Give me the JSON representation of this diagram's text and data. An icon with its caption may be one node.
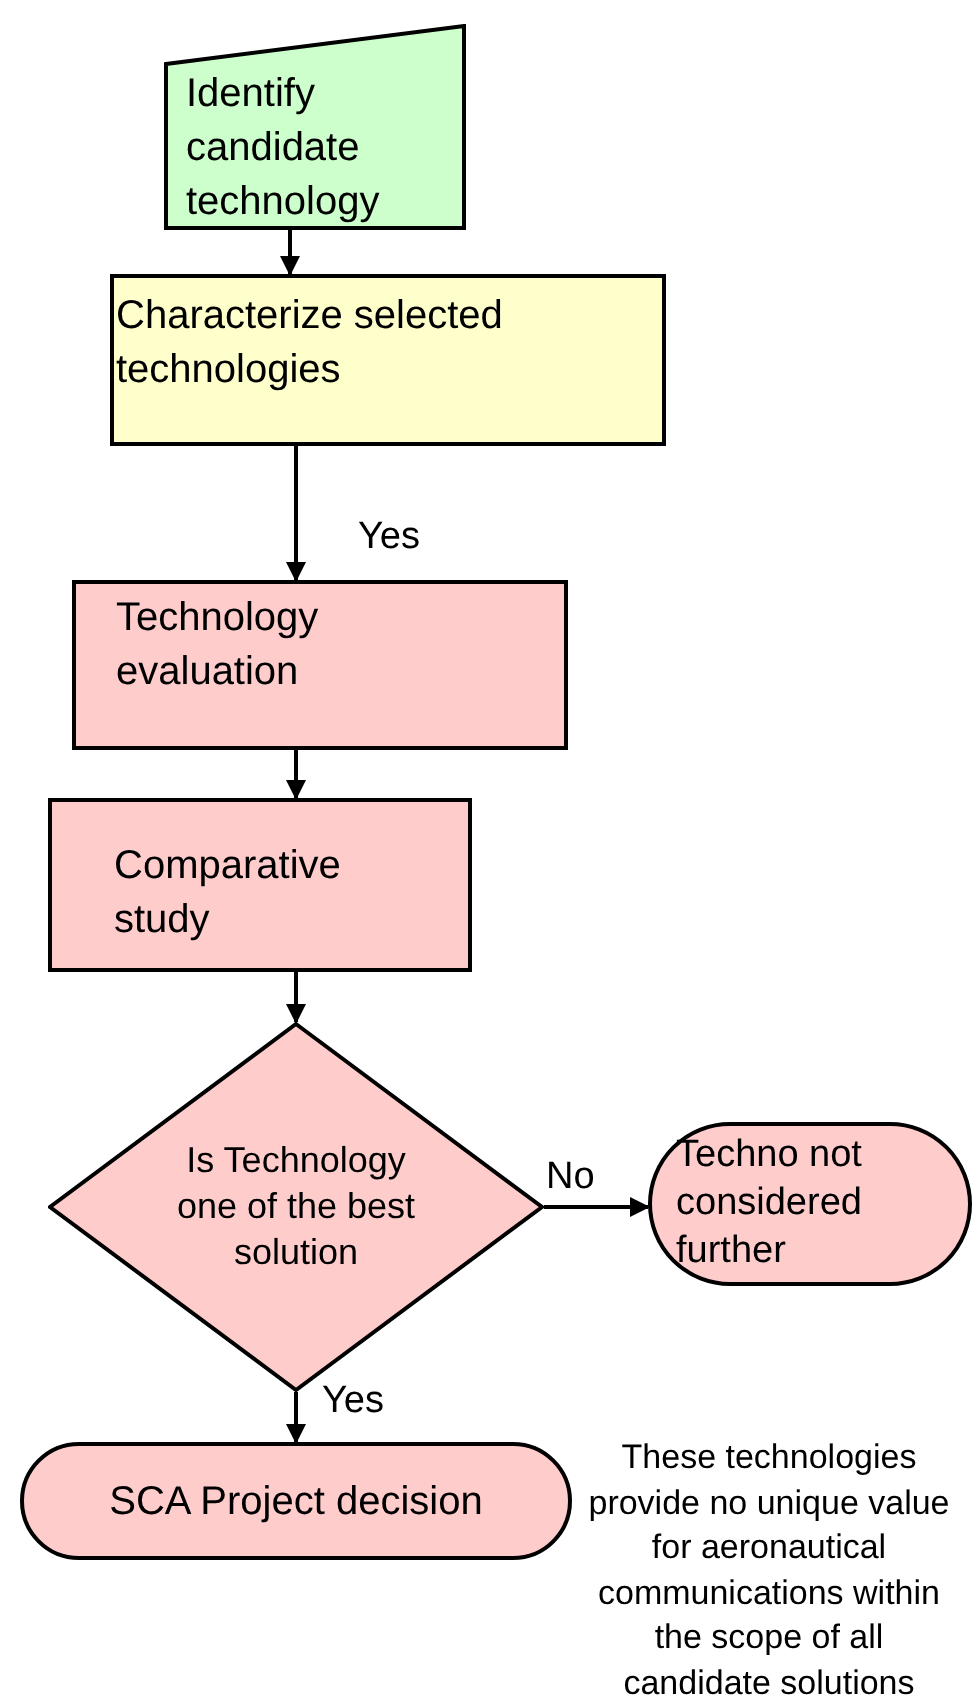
{
  "diagram": {
    "nodes": [
      {
        "text": [
          "Identify candidate technology"
        ]
      },
      {
        "text": [
          "Characterize selected technologies"
        ]
      },
      {
        "text": [
          "Technology evaluation"
        ]
      },
      {
        "text": [
          "Comparative study"
        ]
      },
      {
        "text": [
          "Is Technology one of the best solution"
        ]
      },
      {
        "text": [
          "Techno not considered further"
        ]
      },
      {
        "text": [
          "SCA Project decision"
        ]
      }
    ],
    "edges": [
      {
        "from": 0,
        "to": 1,
        "arrow": "to"
      },
      {
        "from": 1,
        "to": 2,
        "arrow": "to",
        "label": "Yes"
      },
      {
        "from": 2,
        "to": 3,
        "arrow": "to"
      },
      {
        "from": 3,
        "to": 4,
        "arrow": "to"
      },
      {
        "from": 4,
        "to": 5,
        "arrow": "to",
        "label": "No"
      },
      {
        "from": 4,
        "to": 6,
        "arrow": "to",
        "label": "Yes"
      }
    ],
    "labels": [
      "These technologies provide no unique value for aeronautical communications within the scope of all candidate solutions"
    ]
  }
}
